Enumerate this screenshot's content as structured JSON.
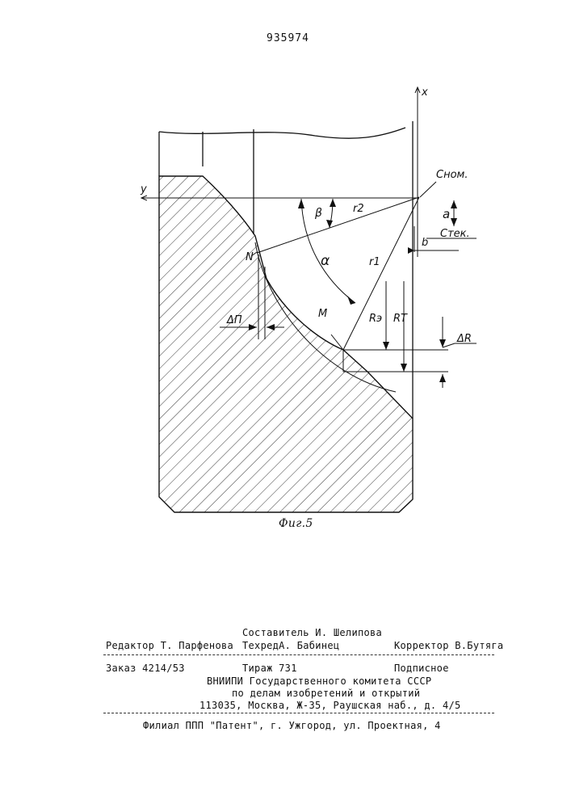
{
  "page_number": "935974",
  "figure": {
    "labels": {
      "x_axis": "x",
      "y_axis": "y",
      "c_nom": "Сном.",
      "c_tek": "Стек.",
      "a": "a",
      "b": "b",
      "beta": "β",
      "r2": "r2",
      "alpha": "α",
      "r1": "r1",
      "point_n": "N",
      "point_m": "M",
      "delta_p": "ΔП",
      "r_e": "Rэ",
      "r_t": "RT",
      "delta_r": "ΔR"
    },
    "caption": "Фиг.5"
  },
  "colophon": {
    "composer": "Составитель И. Шелипова",
    "editor": "Редактор Т. Парфенова",
    "techred": "ТехредА. Бабинец",
    "corrector": "Корректор В.Бутяга",
    "order": "Заказ 4214/53",
    "circulation": "Тираж 731",
    "subscription": "Подписное",
    "org_line1": "ВНИИПИ Государственного комитета СССР",
    "org_line2": "по делам изобретений и открытий",
    "address": "113035, Москва, Ж-35, Раушская наб., д. 4/5",
    "branch": "Филиал ППП \"Патент\", г. Ужгород, ул. Проектная, 4"
  }
}
